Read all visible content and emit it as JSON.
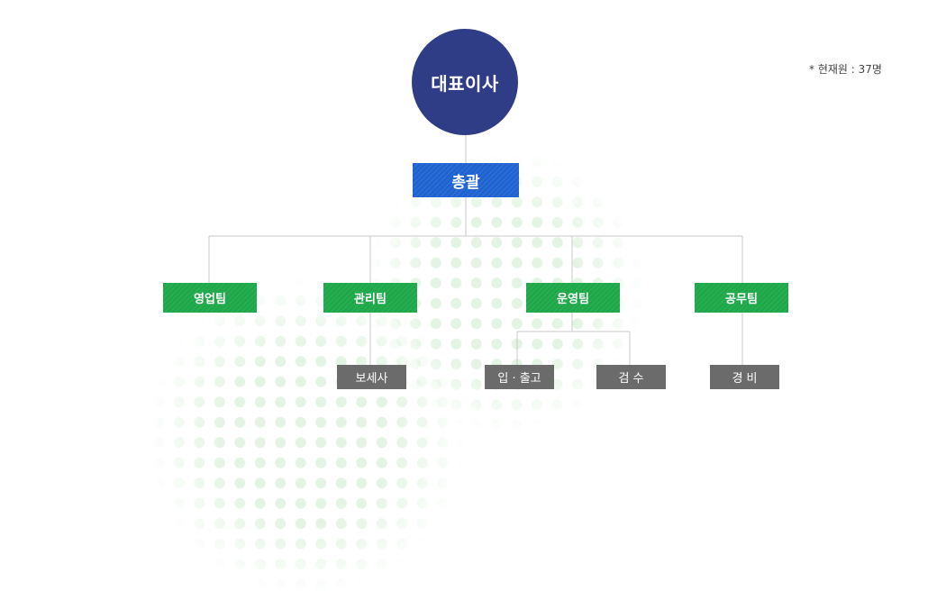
{
  "org_chart": {
    "note": "* 현재원 : 37명",
    "ceo": "대표이사",
    "general": "총괄",
    "teams": [
      {
        "label": "영업팀",
        "children": []
      },
      {
        "label": "관리팀",
        "children": [
          "보세사"
        ]
      },
      {
        "label": "운영팀",
        "children": [
          "입 · 출고",
          "검 수"
        ]
      },
      {
        "label": "공무팀",
        "children": [
          "경 비"
        ]
      }
    ]
  }
}
